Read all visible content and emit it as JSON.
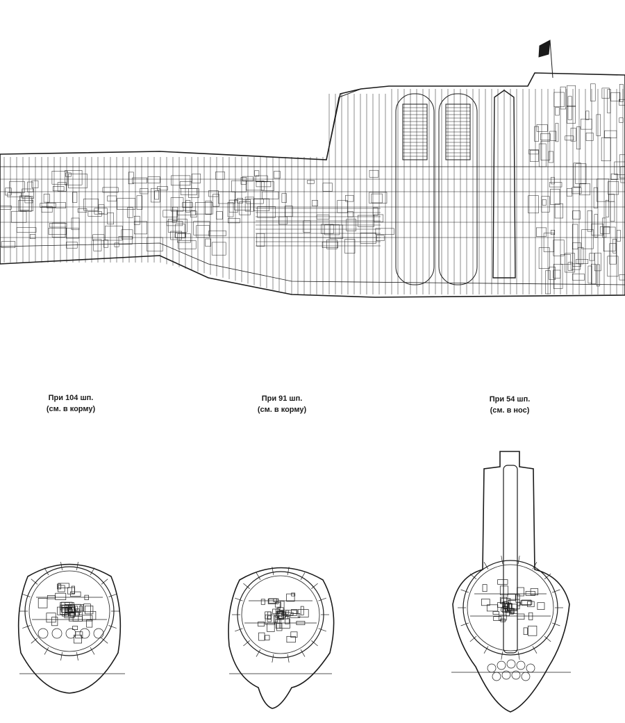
{
  "sections": [
    {
      "id": "s104",
      "line1": "При 104 шп.",
      "line2": "(см. в корму)"
    },
    {
      "id": "s91",
      "line1": "При 91 шп.",
      "line2": "(см. в корму)"
    },
    {
      "id": "s54",
      "line1": "При 54 шп.",
      "line2": "(см. в нос)"
    }
  ],
  "colors": {
    "ink": "#1a1a1a",
    "paper": "#ffffff"
  }
}
